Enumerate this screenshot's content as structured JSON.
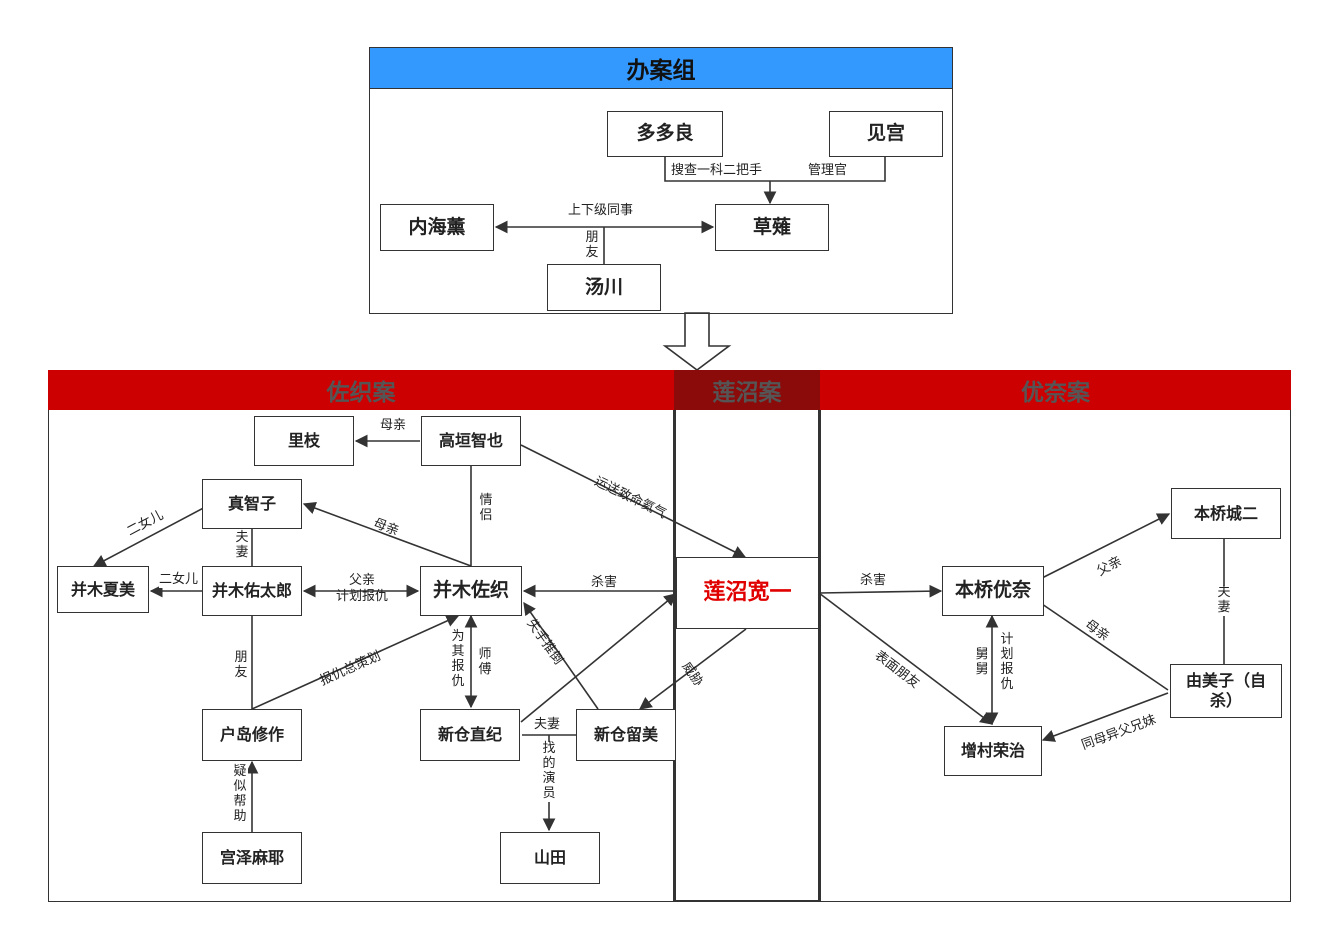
{
  "group": {
    "title": "办案组",
    "members": {
      "duoduoliang": "多多良",
      "jiangong": "见宫",
      "caoti": "草薙",
      "neihaixun": "内海薰",
      "tangchuan": "汤川"
    },
    "links": {
      "soucha": "搜查一科二把手",
      "guanli": "管理官",
      "shangxia": "上下级同事",
      "pengyou": "朋友"
    }
  },
  "cases": {
    "zuozhi": {
      "title": "佐织案"
    },
    "lianzhao": {
      "title": "莲沼案"
    },
    "younai": {
      "title": "优奈案"
    }
  },
  "people": {
    "lizhi": "里枝",
    "gaoyuan": "高垣智也",
    "zhenzhizi": "真智子",
    "bingmuxiamei": "并木夏美",
    "bingmuyoutailang": "并木佑太郎",
    "bingmuzuozhi": "并木佐织",
    "hudao": "户岛修作",
    "xincangzhiji": "新仓直纪",
    "xincangliumei": "新仓留美",
    "gongze": "宫泽麻耶",
    "shantian": "山田",
    "lianzhao": "莲沼宽一",
    "benqiaoyounai": "本桥优奈",
    "benqiaocheng": "本桥城二",
    "youmeizi": "由美子（自杀）",
    "zengcun": "增村荣治"
  },
  "relations": {
    "muqin1": "母亲",
    "qinglv": "情侣",
    "yunsong": "运送致命氦气",
    "erner1": "二女儿",
    "erner2": "二女儿",
    "fuqi1": "夫妻",
    "muqin2": "母亲",
    "fuqin_jihua": "父亲\n计划报仇",
    "shahai1": "杀害",
    "pengyou2": "朋友",
    "baochou": "报仇总策划",
    "weiqibaochou": "为其报仇",
    "shifu": "师傅",
    "shishou": "失手推倒",
    "weixie2": "威胁",
    "fuqi2": "夫妻",
    "zhaodeyanyuan": "找的演员",
    "yisibangzhu": "疑似帮助",
    "shahai2": "杀害",
    "biaomian": "表面朋友",
    "fuqin": "父亲",
    "fuqi3": "夫妻",
    "muqin3": "母亲",
    "jiujiu": "舅舅",
    "jihuabaochou": "计划报仇",
    "tongmu": "同母异父兄妹"
  },
  "colors": {
    "header_blue": "#3399ff",
    "header_red": "#cc0000",
    "header_dark_red": "#8b0a0a",
    "victim_red": "#e00000"
  }
}
